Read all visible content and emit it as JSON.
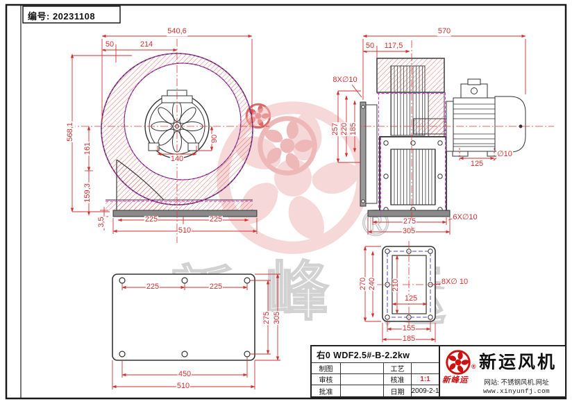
{
  "doc_number_label": "编号: 20231108",
  "front_view": {
    "width_top": "540,6",
    "offset_50": "50",
    "offset_214": "214",
    "height_total": "568,1",
    "dim_161": "161",
    "dim_159": "159,3",
    "dim_3_5": "3,5",
    "dim_90": "90",
    "inlet_width": "140",
    "base_left": "225",
    "base_right": "225",
    "base_width": "510"
  },
  "side_view": {
    "width_top": "570",
    "offset_50": "50",
    "offset_117": "117,5",
    "flange_holes": "8X∅10",
    "dim_257": "257",
    "dim_220": "220",
    "dim_185": "185",
    "motor_feet": "125",
    "foot_hole": "∅10",
    "base_inner": "275",
    "base_width": "305",
    "base_holes": "6X∅10"
  },
  "outlet_flange_view": {
    "height_outer": "270",
    "height_bolts": "240",
    "height_inner": "210",
    "width_inner": "125",
    "width_bolts": "155",
    "width_outer": "185",
    "holes": "8X∅ 10"
  },
  "base_plate_view": {
    "top_left": "225",
    "top_right": "225",
    "side_inner": "275",
    "side_outer": "305",
    "bottom_inner": "450",
    "bottom_outer": "510"
  },
  "title_block": {
    "product": "右0 WDF2.5#-B-2.2kw",
    "drawn_label": "制图",
    "process_label": "工艺",
    "checked_label": "审核",
    "approved_label": "核准",
    "scale": "1:1",
    "ratified_label": "批准",
    "date_label": "日期",
    "date": "2009-2-1",
    "company": "新运风机",
    "brand_script": "新峰运",
    "registered": "®",
    "website_line": "网站: 不锈钢风机.网址",
    "url": "www.xinyunfj.com"
  },
  "watermark": {
    "char_1": "新",
    "char_2": "峰",
    "char_3": "运",
    "registered": "®"
  }
}
